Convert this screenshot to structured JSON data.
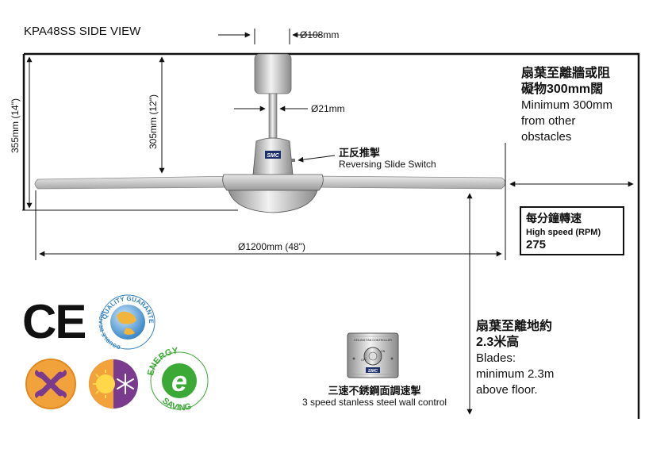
{
  "title": "KPA48SS SIDE VIEW",
  "dimensions": {
    "downrod_top": "Ø108mm",
    "downrod": "Ø21mm",
    "overall_drop": "355mm (14\")",
    "rod_drop": "305mm (12\")",
    "span": "Ø1200mm  (48\")"
  },
  "reversing_switch": {
    "zh": "正反推掣",
    "en": "Reversing Slide Switch"
  },
  "motor_badge": "SMC",
  "clearance": {
    "zh_line1": "扇葉至離牆或阻",
    "zh_line2": "礙物300mm闊",
    "en_line1": "Minimum 300mm",
    "en_line2": "from other",
    "en_line3": "obstacles"
  },
  "speed": {
    "zh": "每分鐘轉速",
    "en": "High speed (RPM)",
    "value": "275"
  },
  "floor_height": {
    "zh_line1": "扇葉至離地約",
    "zh_line2": "2.3米高",
    "en_line1": "Blades:",
    "en_line2": "minimum 2.3m",
    "en_line3": "above floor."
  },
  "controller": {
    "panel_label": "CEILING FAN CONTROLLER",
    "knob_off": "OFF",
    "knob_on": "ON",
    "badge": "SMC",
    "zh": "三速不銹鋼面調速掣",
    "en": "3 speed stanless steel wall control"
  },
  "logos": {
    "ce": "CE",
    "quality_ring_top": "QUALITY GUARANTEE",
    "quality_ring_left": "DOUBLE BEARINGS",
    "energy_top": "ENERGY",
    "energy_bottom": "SAVING",
    "energy_letter": "e"
  },
  "colors": {
    "line": "#111111",
    "blade": "#c9c9c9",
    "metal": "#b9b9b9",
    "badge_orange": "#f2a23a",
    "badge_purple": "#7a3b8f",
    "energy_green": "#3aa935",
    "globe_blue": "#2f7fc2"
  }
}
